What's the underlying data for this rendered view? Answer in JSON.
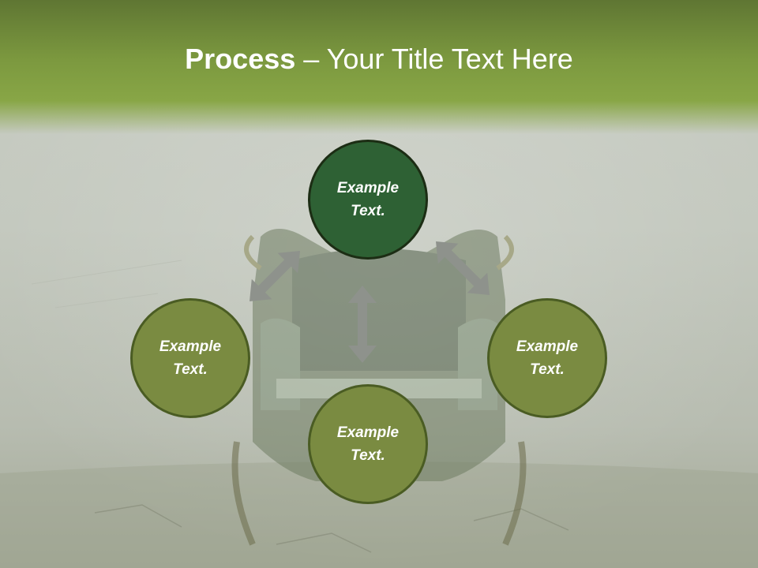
{
  "title": {
    "bold": "Process",
    "rest": " – Your Title Text Here"
  },
  "nodes": {
    "top": {
      "line1": "Example",
      "line2": "Text."
    },
    "left": {
      "line1": "Example",
      "line2": "Text."
    },
    "right": {
      "line1": "Example",
      "line2": "Text."
    },
    "bottom": {
      "line1": "Example",
      "line2": "Text."
    }
  },
  "colors": {
    "header_green": "#7c993f",
    "center_node": "#2e6134",
    "outer_node": "#7a8b41",
    "node_border": "#4a5c23",
    "arrow": "#8e928c"
  },
  "icons": {
    "background": "armchair-image",
    "connectors": "double-headed-arrow-icon"
  }
}
